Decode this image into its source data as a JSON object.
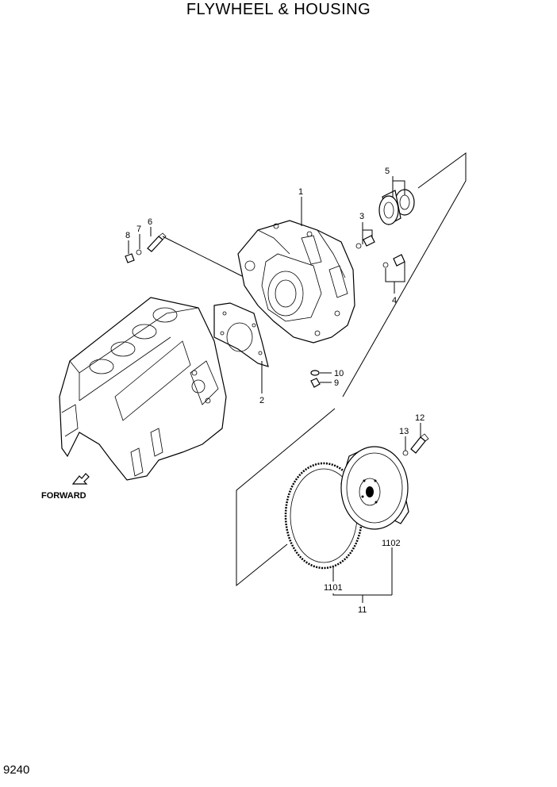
{
  "title": "FLYWHEEL & HOUSING",
  "page_number": "9240",
  "forward_label": "FORWARD",
  "callouts": {
    "c1": "1",
    "c2": "2",
    "c3": "3",
    "c4": "4",
    "c5": "5",
    "c6": "6",
    "c7": "7",
    "c8": "8",
    "c9": "9",
    "c10": "10",
    "c11": "11",
    "c12": "12",
    "c13": "13",
    "c1101": "1101",
    "c1102": "1102"
  }
}
